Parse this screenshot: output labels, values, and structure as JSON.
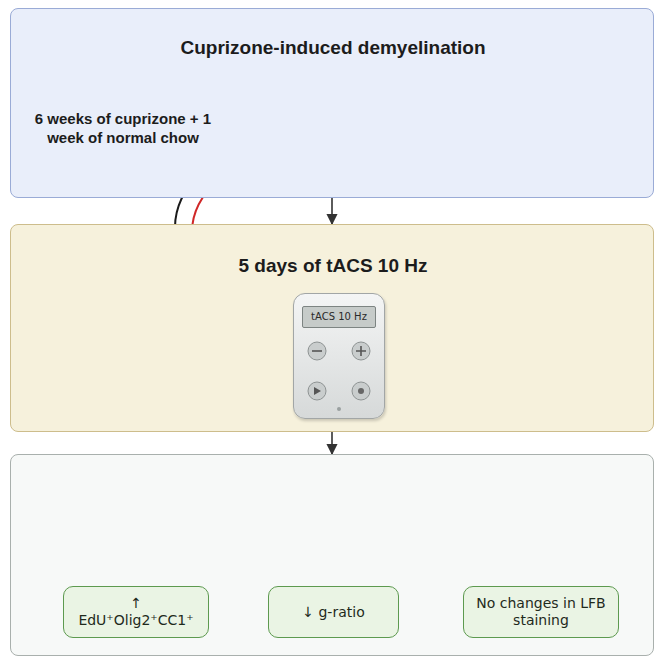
{
  "diagram": {
    "nodes": [
      {
        "text": [
          "Cuprizone-induced demyelination",
          "6 weeks of cuprizone + 1 week of normal chow"
        ]
      },
      {
        "text": [
          "5 days of tACS 10 Hz"
        ]
      },
      {
        "text": [
          "tACS 10 Hz"
        ],
        "in": 1
      },
      {
        "text": []
      },
      {
        "text": [
          "↑ EdU⁺Olig2⁺CC1⁺"
        ],
        "in": 3
      },
      {
        "text": [
          "↓ g-ratio"
        ],
        "in": 3
      },
      {
        "text": [
          "No changes in LFB staining"
        ],
        "in": 3
      }
    ],
    "edges": [
      {
        "from": 0,
        "to": 1,
        "arrow": "to"
      },
      {
        "from": 1,
        "to": 3,
        "arrow": "to"
      }
    ]
  }
}
